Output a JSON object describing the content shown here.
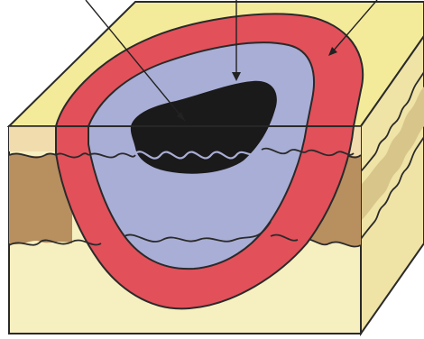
{
  "diagram": {
    "labels": [],
    "colors": {
      "top_surface": "#f4eb9a",
      "top_outline": "#2a2a2a",
      "front_face_light": "#f6efbf",
      "front_face_band_tan": "#f1dcae",
      "sediment_brown": "#b88f5f",
      "right_side": "#efe3a6",
      "right_side_shade": "#d8c58a",
      "outer_zone_red": "#e2505a",
      "middle_zone_blue": "#a9aed6",
      "inner_core_black": "#1a1a1a",
      "arrow_line": "#222222"
    },
    "zones": [
      {
        "id": "outer-zone",
        "color_key": "outer_zone_red"
      },
      {
        "id": "middle-zone",
        "color_key": "middle_zone_blue"
      },
      {
        "id": "inner-core",
        "color_key": "inner_core_black"
      }
    ],
    "pointer_arrows": 3
  }
}
